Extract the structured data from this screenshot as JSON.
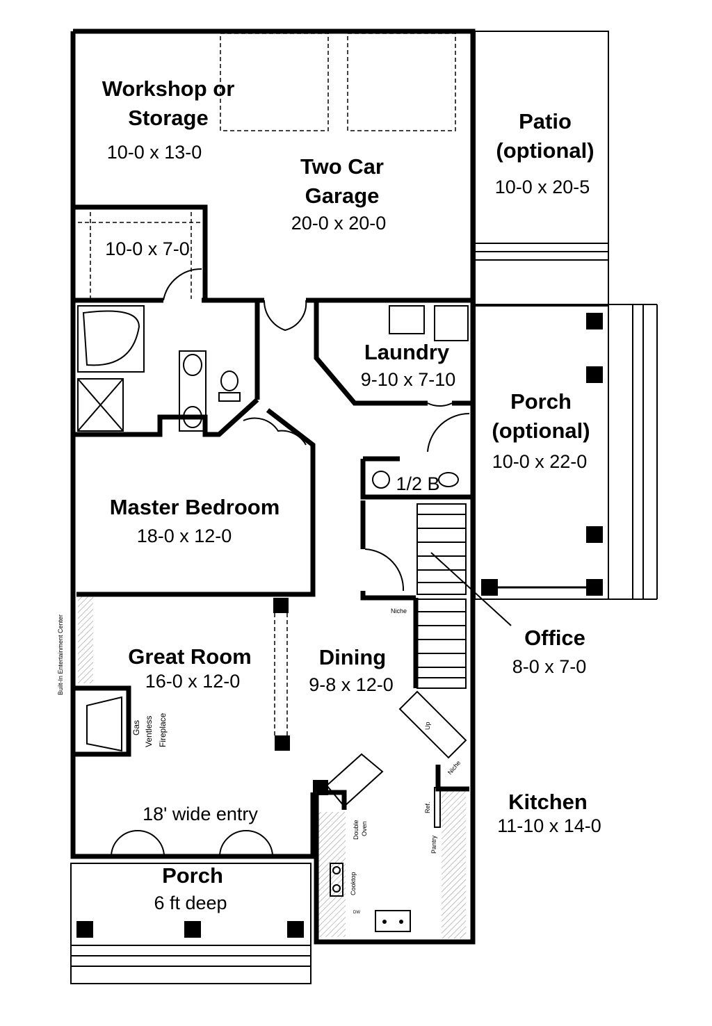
{
  "rooms": {
    "workshop": {
      "name1": "Workshop or",
      "name2": "Storage",
      "size": "10-0 x 13-0"
    },
    "garage": {
      "name1": "Two Car",
      "name2": "Garage",
      "size": "20-0 x 20-0"
    },
    "patio": {
      "name1": "Patio",
      "name2": "(optional)",
      "size": "10-0 x 20-5"
    },
    "closet": {
      "size": "10-0 x 7-0"
    },
    "laundry": {
      "name": "Laundry",
      "size": "9-10 x 7-10"
    },
    "side_porch": {
      "name1": "Porch",
      "name2": "(optional)",
      "size": "10-0 x 22-0"
    },
    "half_bath": {
      "name": "1/2 B"
    },
    "master": {
      "name": "Master Bedroom",
      "size": "18-0 x 12-0"
    },
    "office": {
      "name": "Office",
      "size": "8-0 x 7-0"
    },
    "great_room": {
      "name": "Great Room",
      "size": "16-0 x 12-0"
    },
    "dining": {
      "name": "Dining",
      "size": "9-8 x 12-0"
    },
    "kitchen": {
      "name": "Kitchen",
      "size": "11-10 x 14-0"
    },
    "entry": {
      "note": "18' wide entry"
    },
    "front_porch": {
      "name": "Porch",
      "size": "6 ft deep"
    }
  },
  "annotations": {
    "entertainment": "Built-In Entertainment Center",
    "fireplace1": "Gas",
    "fireplace2": "Ventless",
    "fireplace3": "Fireplace",
    "niche1": "Niche",
    "niche2": "Niche",
    "up": "Up",
    "double1": "Double",
    "double2": "Oven",
    "cooktop": "Cooktop",
    "ref": "Ref.",
    "pantry": "Pantry",
    "dw": "DW"
  },
  "colors": {
    "wall": "#000000",
    "hatch": "#bbbbbb",
    "background": "#ffffff"
  }
}
